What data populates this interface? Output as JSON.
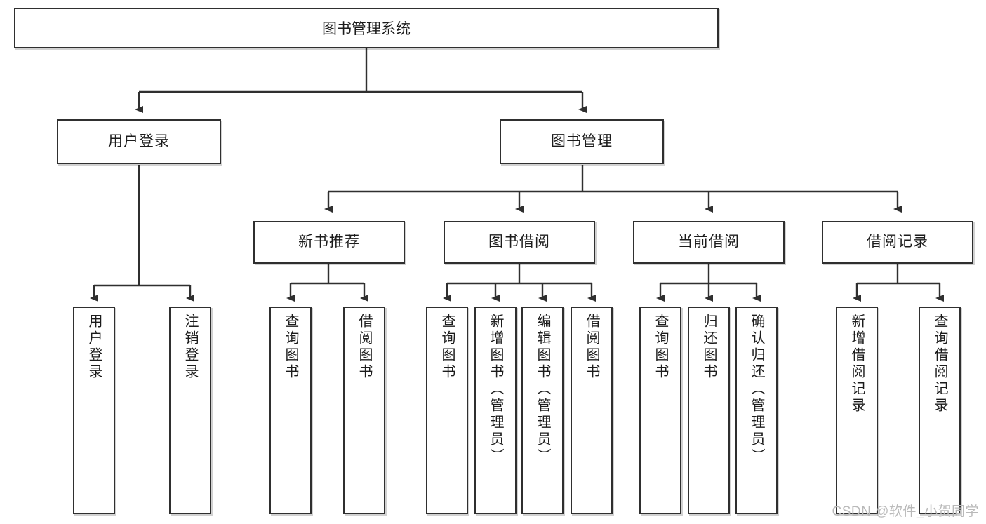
{
  "diagram": {
    "title": "图书管理系统",
    "watermark": "CSDN @软件_小贺同学",
    "line_color": "#2f2f2f",
    "box_fill": "#ffffff",
    "text_color": "#1c1c1c",
    "root": {
      "label": "图书管理系统"
    },
    "level2": [
      {
        "label": "用户登录"
      },
      {
        "label": "图书管理"
      }
    ],
    "level3": [
      {
        "label": "新书推荐"
      },
      {
        "label": "图书借阅"
      },
      {
        "label": "当前借阅"
      },
      {
        "label": "借阅记录"
      }
    ],
    "leaves": {
      "user_login": [
        {
          "label": "用户登录"
        },
        {
          "label": "注销登录"
        }
      ],
      "new_book": [
        {
          "label": "查询图书"
        },
        {
          "label": "借阅图书"
        }
      ],
      "book_borrow": [
        {
          "label": "查询图书"
        },
        {
          "label": "新增图书（管理员）"
        },
        {
          "label": "编辑图书（管理员）"
        },
        {
          "label": "借阅图书"
        }
      ],
      "current_borrow": [
        {
          "label": "查询图书"
        },
        {
          "label": "归还图书"
        },
        {
          "label": "确认归还（管理员）"
        }
      ],
      "borrow_record": [
        {
          "label": "新增借阅记录"
        },
        {
          "label": "查询借阅记录"
        }
      ]
    }
  }
}
